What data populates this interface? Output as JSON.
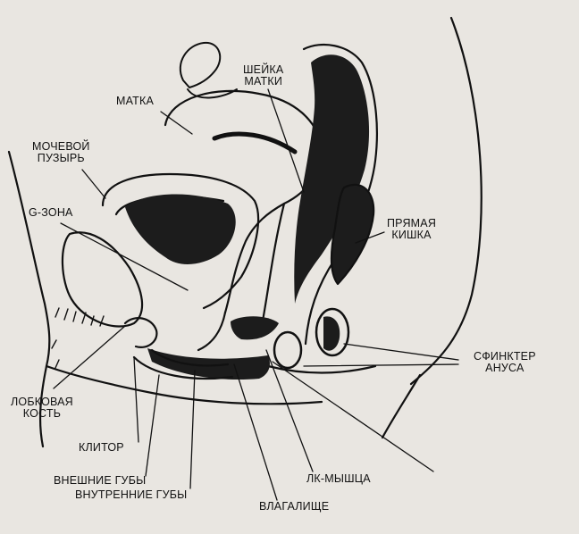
{
  "labels": {
    "uterus": "МАТКА",
    "cervix_1": "ШЕЙКА",
    "cervix_2": "МАТКИ",
    "bladder_1": "МОЧЕВОЙ",
    "bladder_2": "ПУЗЫРЬ",
    "g_spot": "G-ЗОНА",
    "rectum_1": "ПРЯМАЯ",
    "rectum_2": "КИШКА",
    "sphincter_1": "СФИНКТЕР",
    "sphincter_2": "АНУСА",
    "pubic_bone_1": "ЛОБКОВАЯ",
    "pubic_bone_2": "КОСТЬ",
    "clitoris": "КЛИТОР",
    "outer_lips": "ВНЕШНИЕ ГУБЫ",
    "inner_lips": "ВНУТРЕННИЕ ГУБЫ",
    "vagina": "ВЛАГАЛИЩЕ",
    "pc_muscle": "ЛК-МЫШЦА"
  },
  "colors": {
    "background": "#e9e6e1",
    "ink": "#111111",
    "dark_fill": "#1c1c1c"
  }
}
